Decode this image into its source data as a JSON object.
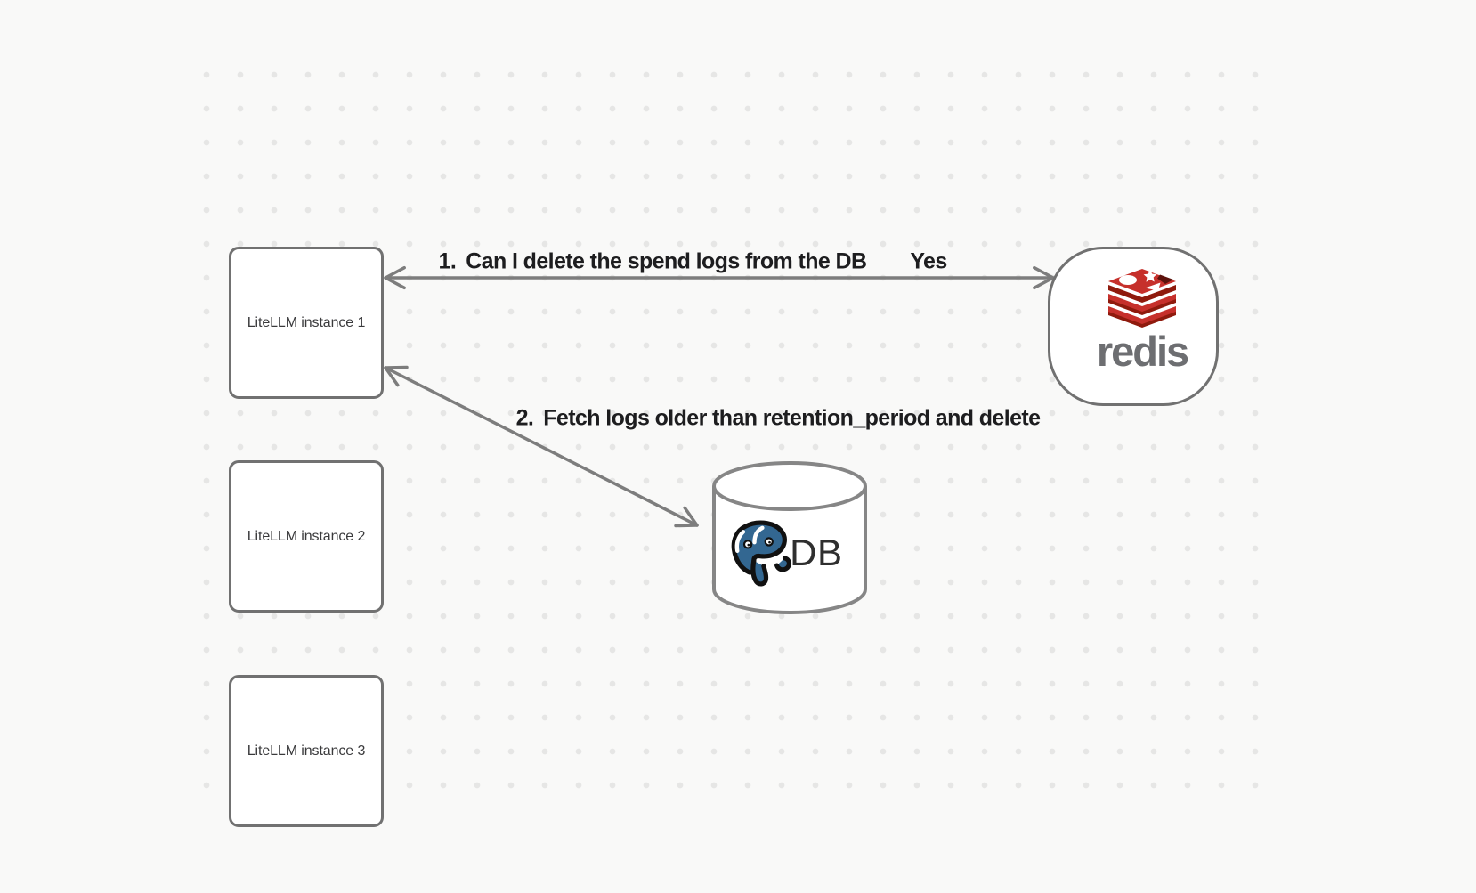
{
  "diagram": {
    "nodes": {
      "instance1": {
        "label": "LiteLLM instance 1"
      },
      "instance2": {
        "label": "LiteLLM instance 2"
      },
      "instance3": {
        "label": "LiteLLM instance 3"
      },
      "redis": {
        "label": "redis"
      },
      "db": {
        "label": "DB"
      }
    },
    "edges": {
      "edge1": {
        "number": "1.",
        "text": "Can I delete the spend logs from the DB",
        "response": "Yes",
        "from": "LiteLLM instance 1",
        "to": "redis"
      },
      "edge2": {
        "number": "2.",
        "text": "Fetch logs older than retention_period and delete",
        "from": "LiteLLM instance 1",
        "to": "DB"
      }
    },
    "colors": {
      "background": "#f9f9f8",
      "grid_dot": "#e6e6e5",
      "node_border": "#717171",
      "arrow": "#7d7d7d",
      "label_text": "#1d1d1f",
      "node_text": "#3a3a3c",
      "redis_red": "#c6302b",
      "redis_dark_red": "#8f1a0d",
      "redis_wordmark_gray": "#6d6e71",
      "postgres_blue": "#336791",
      "db_text": "#2f2f2f"
    }
  }
}
